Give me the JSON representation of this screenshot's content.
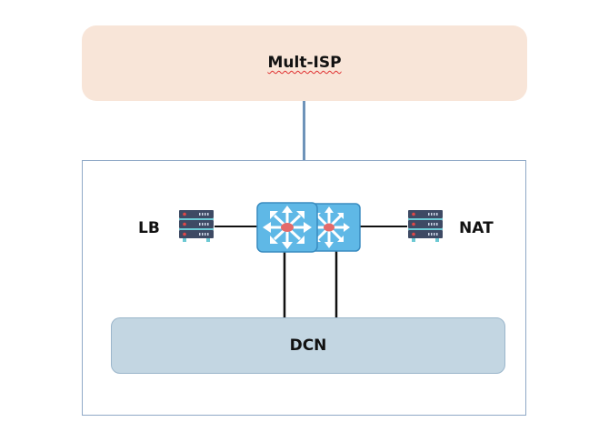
{
  "diagram": {
    "isp": {
      "label": "Mult-ISP"
    },
    "dcn": {
      "label": "DCN"
    },
    "lb": {
      "label": "LB",
      "icon": "server-icon"
    },
    "nat": {
      "label": "NAT",
      "icon": "server-icon"
    },
    "switches": [
      {
        "icon": "l3-switch-icon"
      },
      {
        "icon": "l3-switch-icon"
      }
    ],
    "colors": {
      "isp_fill": "#f8e5d8",
      "dcn_fill": "#c3d6e2",
      "switch_fill": "#5fb8e6",
      "switch_center": "#e46a6a",
      "server_body": "#3e4a64",
      "server_accent": "#6cc9d3",
      "uplink": "#6e93b9",
      "frame_border": "#8fa9c7"
    }
  }
}
